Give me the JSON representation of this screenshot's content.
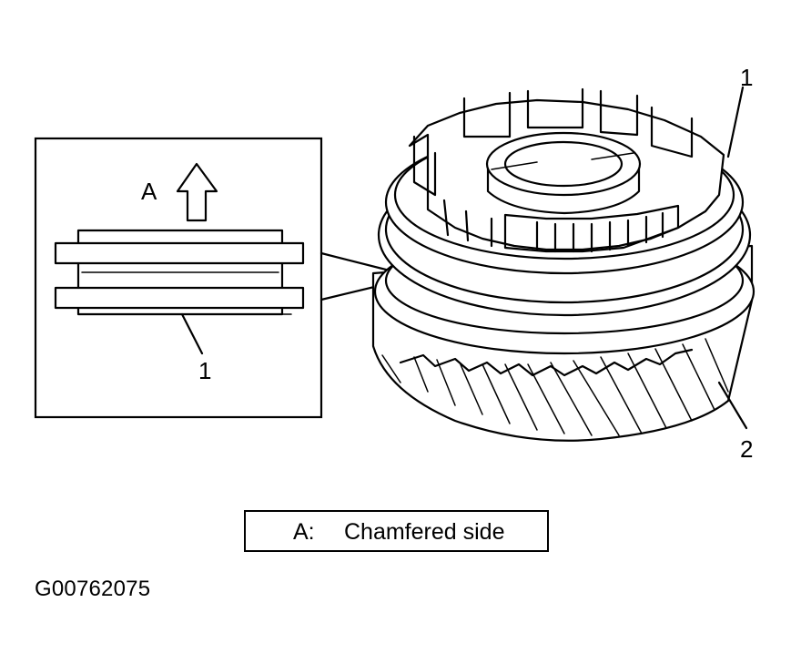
{
  "callouts": {
    "inset_arrow_letter": "A",
    "inset_part": "1",
    "gear_top_part": "1",
    "gear_body_part": "2"
  },
  "legend": {
    "key": "A:",
    "text": "Chamfered side"
  },
  "figure_id": "G00762075"
}
